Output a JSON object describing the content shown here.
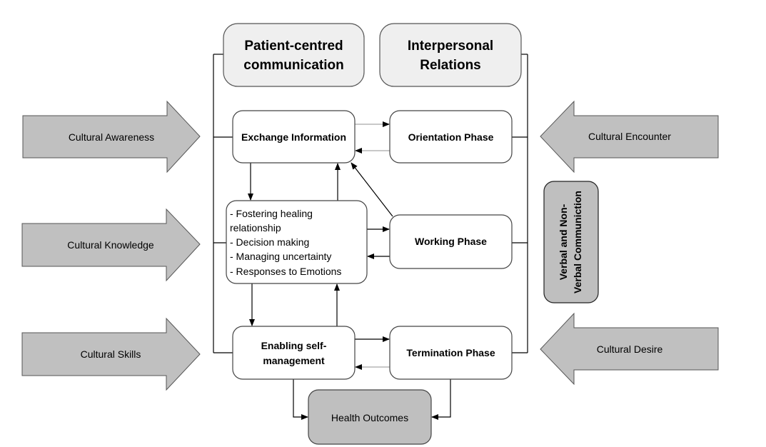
{
  "colors": {
    "arrow_fill": "#c0c0c0",
    "header_fill": "#efefef",
    "outcome_fill": "#bfbfbf",
    "box_fill": "#ffffff",
    "stroke": "#000000",
    "grey_connector": "#a6a6a6"
  },
  "headers": {
    "patient_centred": [
      "Patient-centred",
      "communication"
    ],
    "interpersonal": [
      "Interpersonal",
      "Relations"
    ]
  },
  "left_arrows": [
    {
      "label": "Cultural Awareness"
    },
    {
      "label": "Cultural Knowledge"
    },
    {
      "label": "Cultural Skills"
    }
  ],
  "right_arrows": [
    {
      "label": "Cultural Encounter"
    },
    {
      "label": "Cultural Desire"
    }
  ],
  "pcc_boxes": {
    "exchange": "Exchange Information",
    "list": [
      "- Fostering healing",
      "relationship",
      "- Decision making",
      "- Managing uncertainty",
      "- Responses to Emotions"
    ],
    "enabling": [
      "Enabling self-",
      "management"
    ]
  },
  "phases": {
    "orientation": "Orientation Phase",
    "working": "Working Phase",
    "termination": "Termination Phase"
  },
  "outcome": "Health Outcomes",
  "side_box": [
    "Verbal and Non-",
    "Verbal Communiction"
  ]
}
